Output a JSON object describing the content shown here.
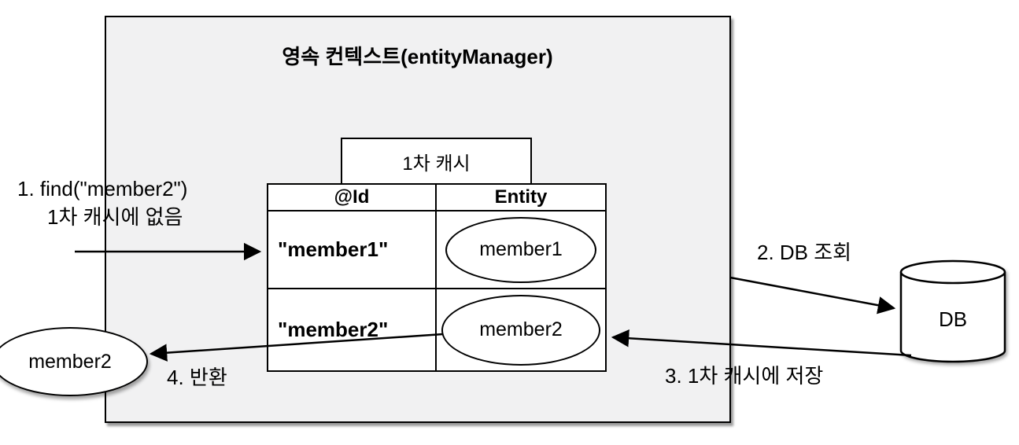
{
  "colors": {
    "box_background": "#f1f1f2",
    "line": "#000000",
    "cell_background": "#ffffff"
  },
  "context": {
    "title": "영속 컨텍스트(entityManager)"
  },
  "cache": {
    "label": "1차 캐시",
    "table": {
      "headers": [
        "@Id",
        "Entity"
      ],
      "rows": [
        {
          "id": "\"member1\"",
          "entity": "member1"
        },
        {
          "id": "\"member2\"",
          "entity": "member2"
        }
      ]
    }
  },
  "steps": {
    "step1": {
      "line1": "1. find(\"member2\")",
      "line2": "1차 캐시에 없음"
    },
    "step2": "2. DB 조회",
    "step3": "3. 1차 캐시에 저장",
    "step4": "4. 반환"
  },
  "db": {
    "label": "DB"
  },
  "result": {
    "label": "member2"
  }
}
